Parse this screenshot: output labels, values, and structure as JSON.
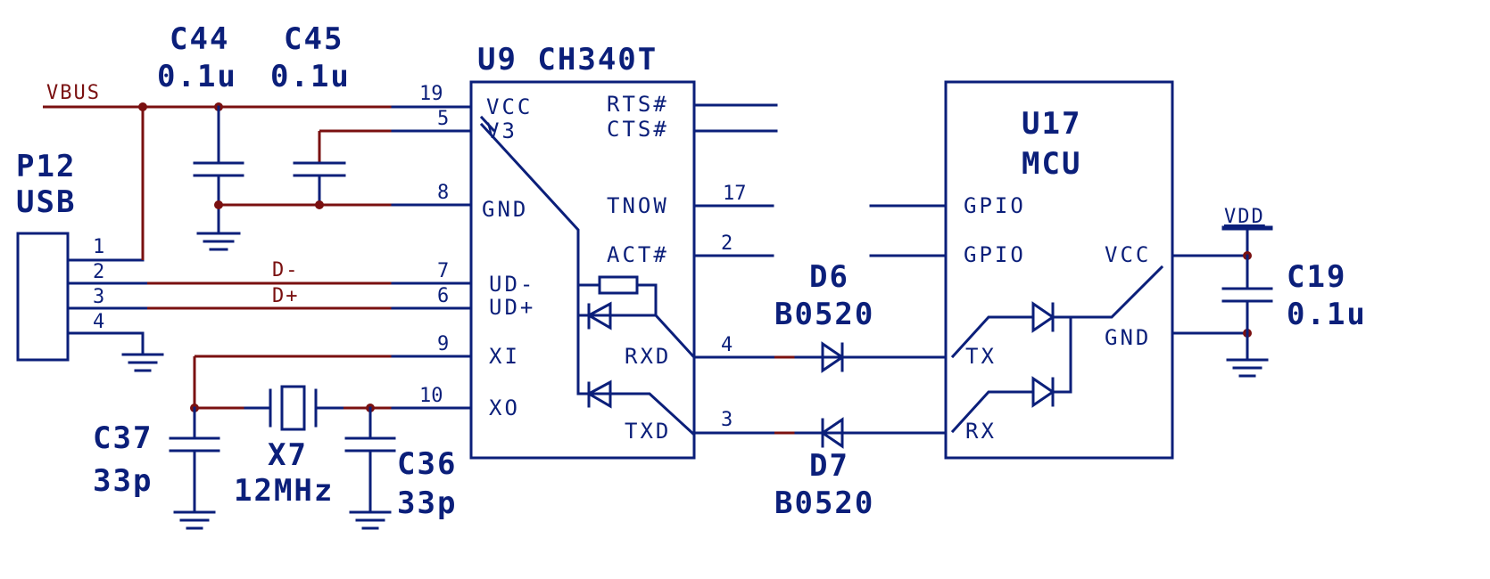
{
  "usb": {
    "ref": "P12",
    "value": "USB",
    "pins": [
      "1",
      "2",
      "3",
      "4"
    ]
  },
  "caps": {
    "c44": {
      "ref": "C44",
      "value": "0.1u"
    },
    "c45": {
      "ref": "C45",
      "value": "0.1u"
    },
    "c37": {
      "ref": "C37",
      "value": "33p"
    },
    "c36": {
      "ref": "C36",
      "value": "33p"
    },
    "c19": {
      "ref": "C19",
      "value": "0.1u"
    }
  },
  "crystal": {
    "ref": "X7",
    "value": "12MHz"
  },
  "u9": {
    "title": "U9 CH340T",
    "left_pins": [
      {
        "name": "VCC",
        "num": "19"
      },
      {
        "name": "V3",
        "num": "5"
      },
      {
        "name": "GND",
        "num": "8"
      },
      {
        "name": "UD-",
        "num": "7"
      },
      {
        "name": "UD+",
        "num": "6"
      },
      {
        "name": "XI",
        "num": "9"
      },
      {
        "name": "XO",
        "num": "10"
      }
    ],
    "right_pins": [
      {
        "name": "RTS#",
        "num": ""
      },
      {
        "name": "CTS#",
        "num": ""
      },
      {
        "name": "TNOW",
        "num": "17"
      },
      {
        "name": "ACT#",
        "num": "2"
      },
      {
        "name": "RXD",
        "num": "4"
      },
      {
        "name": "TXD",
        "num": "3"
      }
    ]
  },
  "u17": {
    "ref": "U17",
    "value": "MCU",
    "pins": {
      "gpio1": "GPIO",
      "gpio2": "GPIO",
      "vcc": "VCC",
      "gnd": "GND",
      "tx": "TX",
      "rx": "RX"
    }
  },
  "diodes": {
    "d6": {
      "ref": "D6",
      "value": "B0520"
    },
    "d7": {
      "ref": "D7",
      "value": "B0520"
    }
  },
  "nets": {
    "vbus": "VBUS",
    "dminus": "D-",
    "dplus": "D+",
    "vdd": "VDD"
  },
  "colors": {
    "wire": "#0b1f7a",
    "net": "#7a1010"
  }
}
